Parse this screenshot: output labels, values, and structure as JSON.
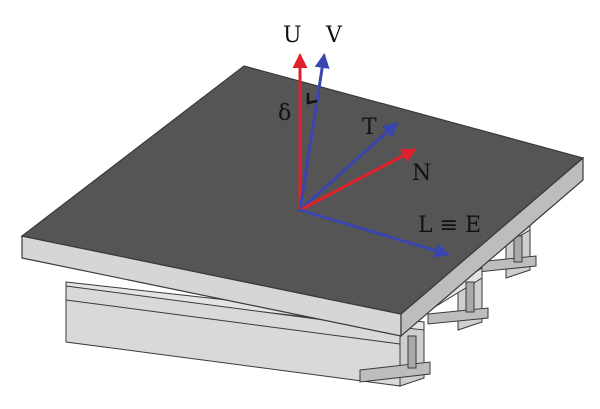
{
  "labels": {
    "u": "U",
    "v": "V",
    "delta": "δ",
    "t": "T",
    "n": "N",
    "l_e": "L ≡ E"
  },
  "colors": {
    "deck_top": "#555555",
    "deck_side_front": "#d6d6d6",
    "deck_side_right": "#bdbdbd",
    "girder": "#cfcfcf",
    "girder_dark": "#a9a9a9",
    "outline": "#3a3a3a",
    "red_vector": "#e0202a",
    "blue_vector": "#3a45b0"
  }
}
